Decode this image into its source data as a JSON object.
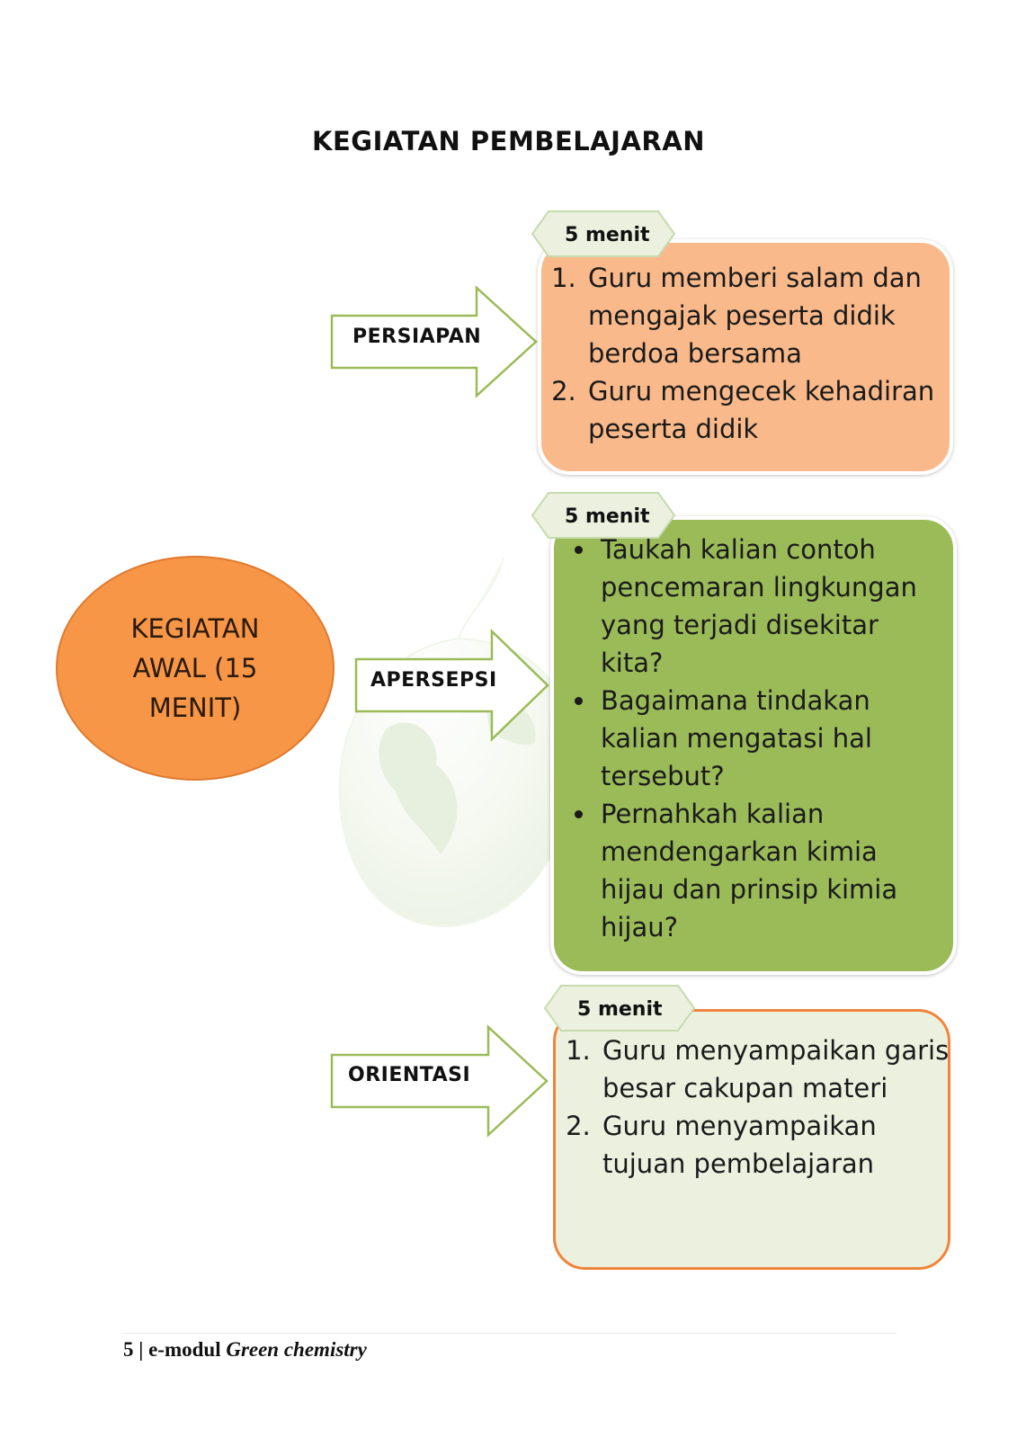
{
  "title": "KEGIATAN PEMBELAJARAN",
  "center": {
    "text": "KEGIATAN\nAWAL (15\nMENIT)"
  },
  "sections": [
    {
      "label": "PERSIAPAN",
      "duration": "5 menit",
      "list_type": "numbered",
      "items": [
        "Guru memberi salam dan mengajak peserta didik berdoa bersama",
        "Guru mengecek kehadiran peserta didik"
      ]
    },
    {
      "label": "APERSEPSI",
      "duration": "5 menit",
      "list_type": "bullet",
      "items": [
        "Taukah  kalian contoh  pencemaran lingkungan yang terjadi disekitar kita?",
        "Bagaimana tindakan kalian mengatasi hal tersebut?",
        "Pernahkah kalian mendengarkan kimia hijau dan prinsip kimia hijau?"
      ]
    },
    {
      "label": "ORIENTASI",
      "duration": "5 menit",
      "list_type": "numbered",
      "items": [
        "Guru menyampaikan garis besar cakupan materi",
        "Guru menyampaikan tujuan pembelajaran"
      ]
    }
  ],
  "footer": {
    "page": "5",
    "separator": "|",
    "prefix": "e-modul",
    "italic": "Green chemistry"
  },
  "colors": {
    "oval": "#f79646",
    "persiapan_box": "#f9b98a",
    "apersepsi_box": "#9bbb59",
    "orientasi_box": "#ebf1de",
    "orientasi_border": "#f0843c",
    "tab_fill": "#ebf1de",
    "arrow_stroke": "#9bbb59"
  }
}
